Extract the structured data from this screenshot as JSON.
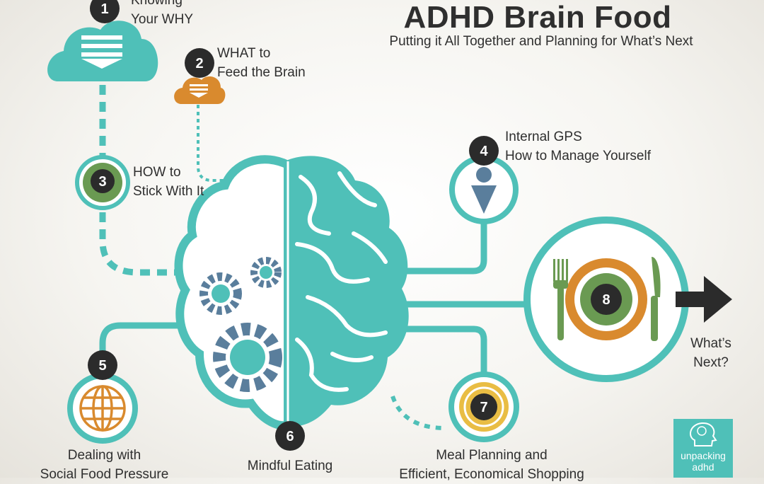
{
  "title": "ADHD Brain Food",
  "subtitle": "Putting it All Together and Planning for What’s Next",
  "colors": {
    "teal": "#4fc0b8",
    "orange": "#d98a2e",
    "green": "#6a9a52",
    "gear": "#5a7e9c",
    "dark": "#2b2b2b",
    "yellow": "#e9bd44"
  },
  "steps": [
    {
      "num": "1",
      "lines": [
        "Knowing",
        "Your WHY"
      ],
      "icon": "cloud-download-icon"
    },
    {
      "num": "2",
      "lines": [
        "WHAT to",
        "Feed the Brain"
      ],
      "icon": "small-cloud-download-icon"
    },
    {
      "num": "3",
      "lines": [
        "HOW to",
        "Stick With It"
      ],
      "icon": "ring-icon"
    },
    {
      "num": "4",
      "lines": [
        "Internal GPS",
        "How to Manage Yourself"
      ],
      "icon": "person-icon"
    },
    {
      "num": "5",
      "lines": [
        "Dealing with",
        "Social Food Pressure"
      ],
      "icon": "globe-icon"
    },
    {
      "num": "6",
      "lines": [
        "Mindful Eating"
      ],
      "icon": "brain-icon"
    },
    {
      "num": "7",
      "lines": [
        "Meal Planning and",
        "Efficient, Economical Shopping"
      ],
      "icon": "coin-icon"
    },
    {
      "num": "8",
      "lines": [
        "What’s",
        "Next?"
      ],
      "icon": "plate-icon"
    }
  ],
  "logo": {
    "lines": [
      "unpacking",
      "adhd"
    ],
    "icon": "head-icon"
  }
}
